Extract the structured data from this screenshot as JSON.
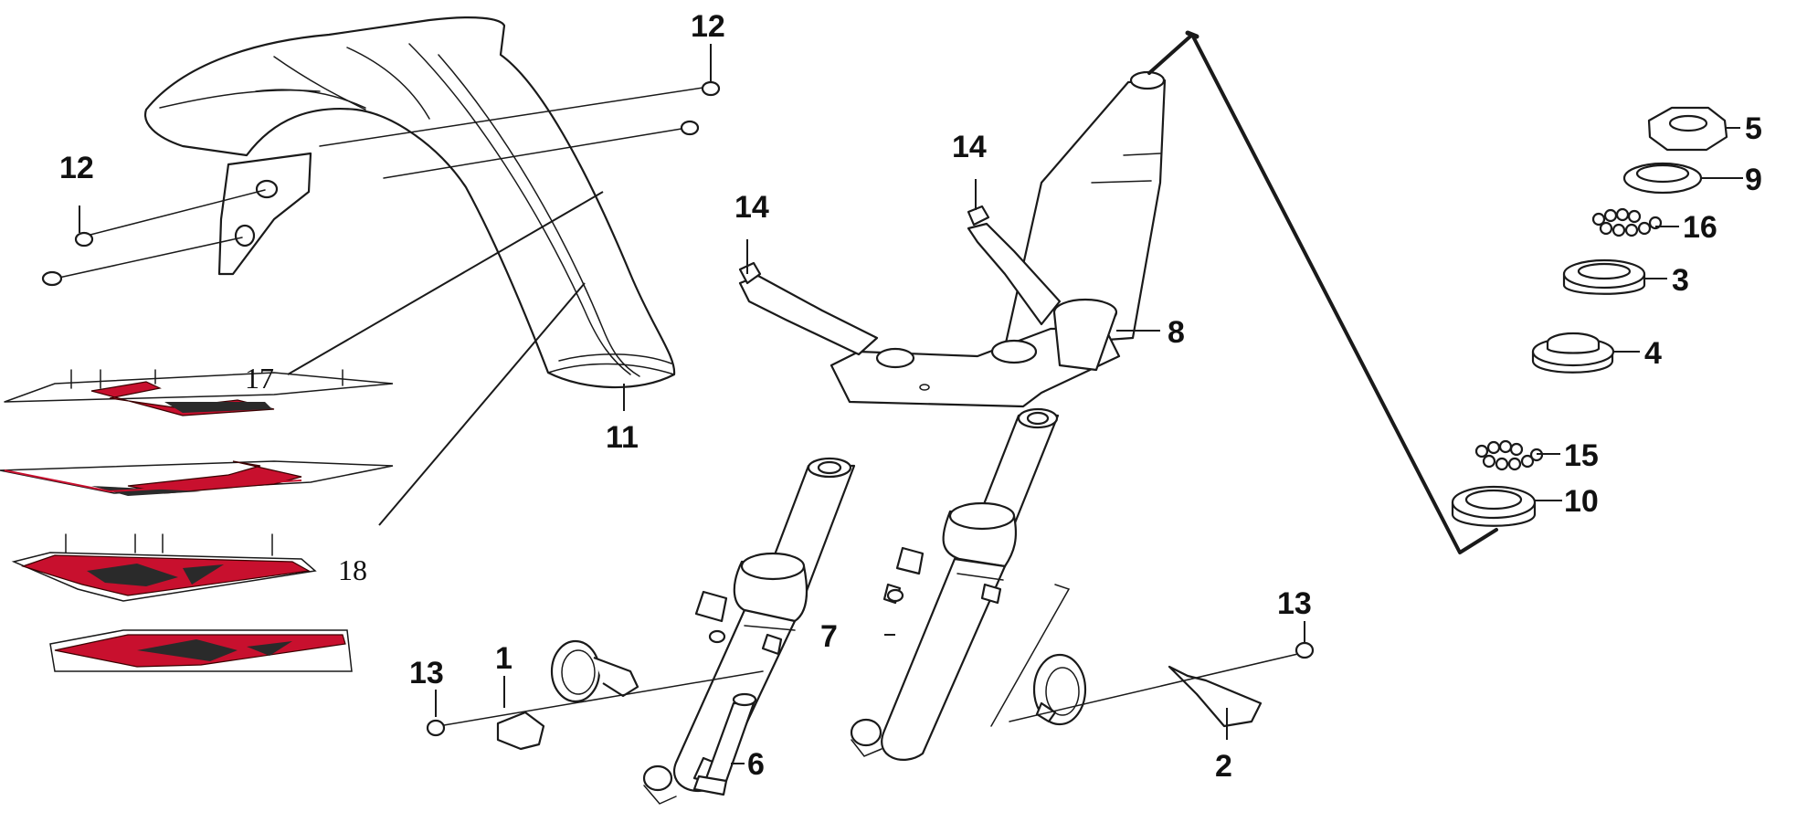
{
  "callouts": {
    "c1": "1",
    "c2": "2",
    "c3": "3",
    "c4": "4",
    "c5": "5",
    "c6": "6",
    "c7": "7",
    "c8": "8",
    "c9": "9",
    "c10": "10",
    "c11": "11",
    "c12a": "12",
    "c12b": "12",
    "c13a": "13",
    "c13b": "13",
    "c14a": "14",
    "c14b": "14",
    "c15": "15",
    "c16": "16",
    "c17": "17",
    "c18": "18"
  },
  "colors": {
    "decal_red": "#c8102e",
    "line": "#1a1a1a",
    "background": "#ffffff"
  }
}
